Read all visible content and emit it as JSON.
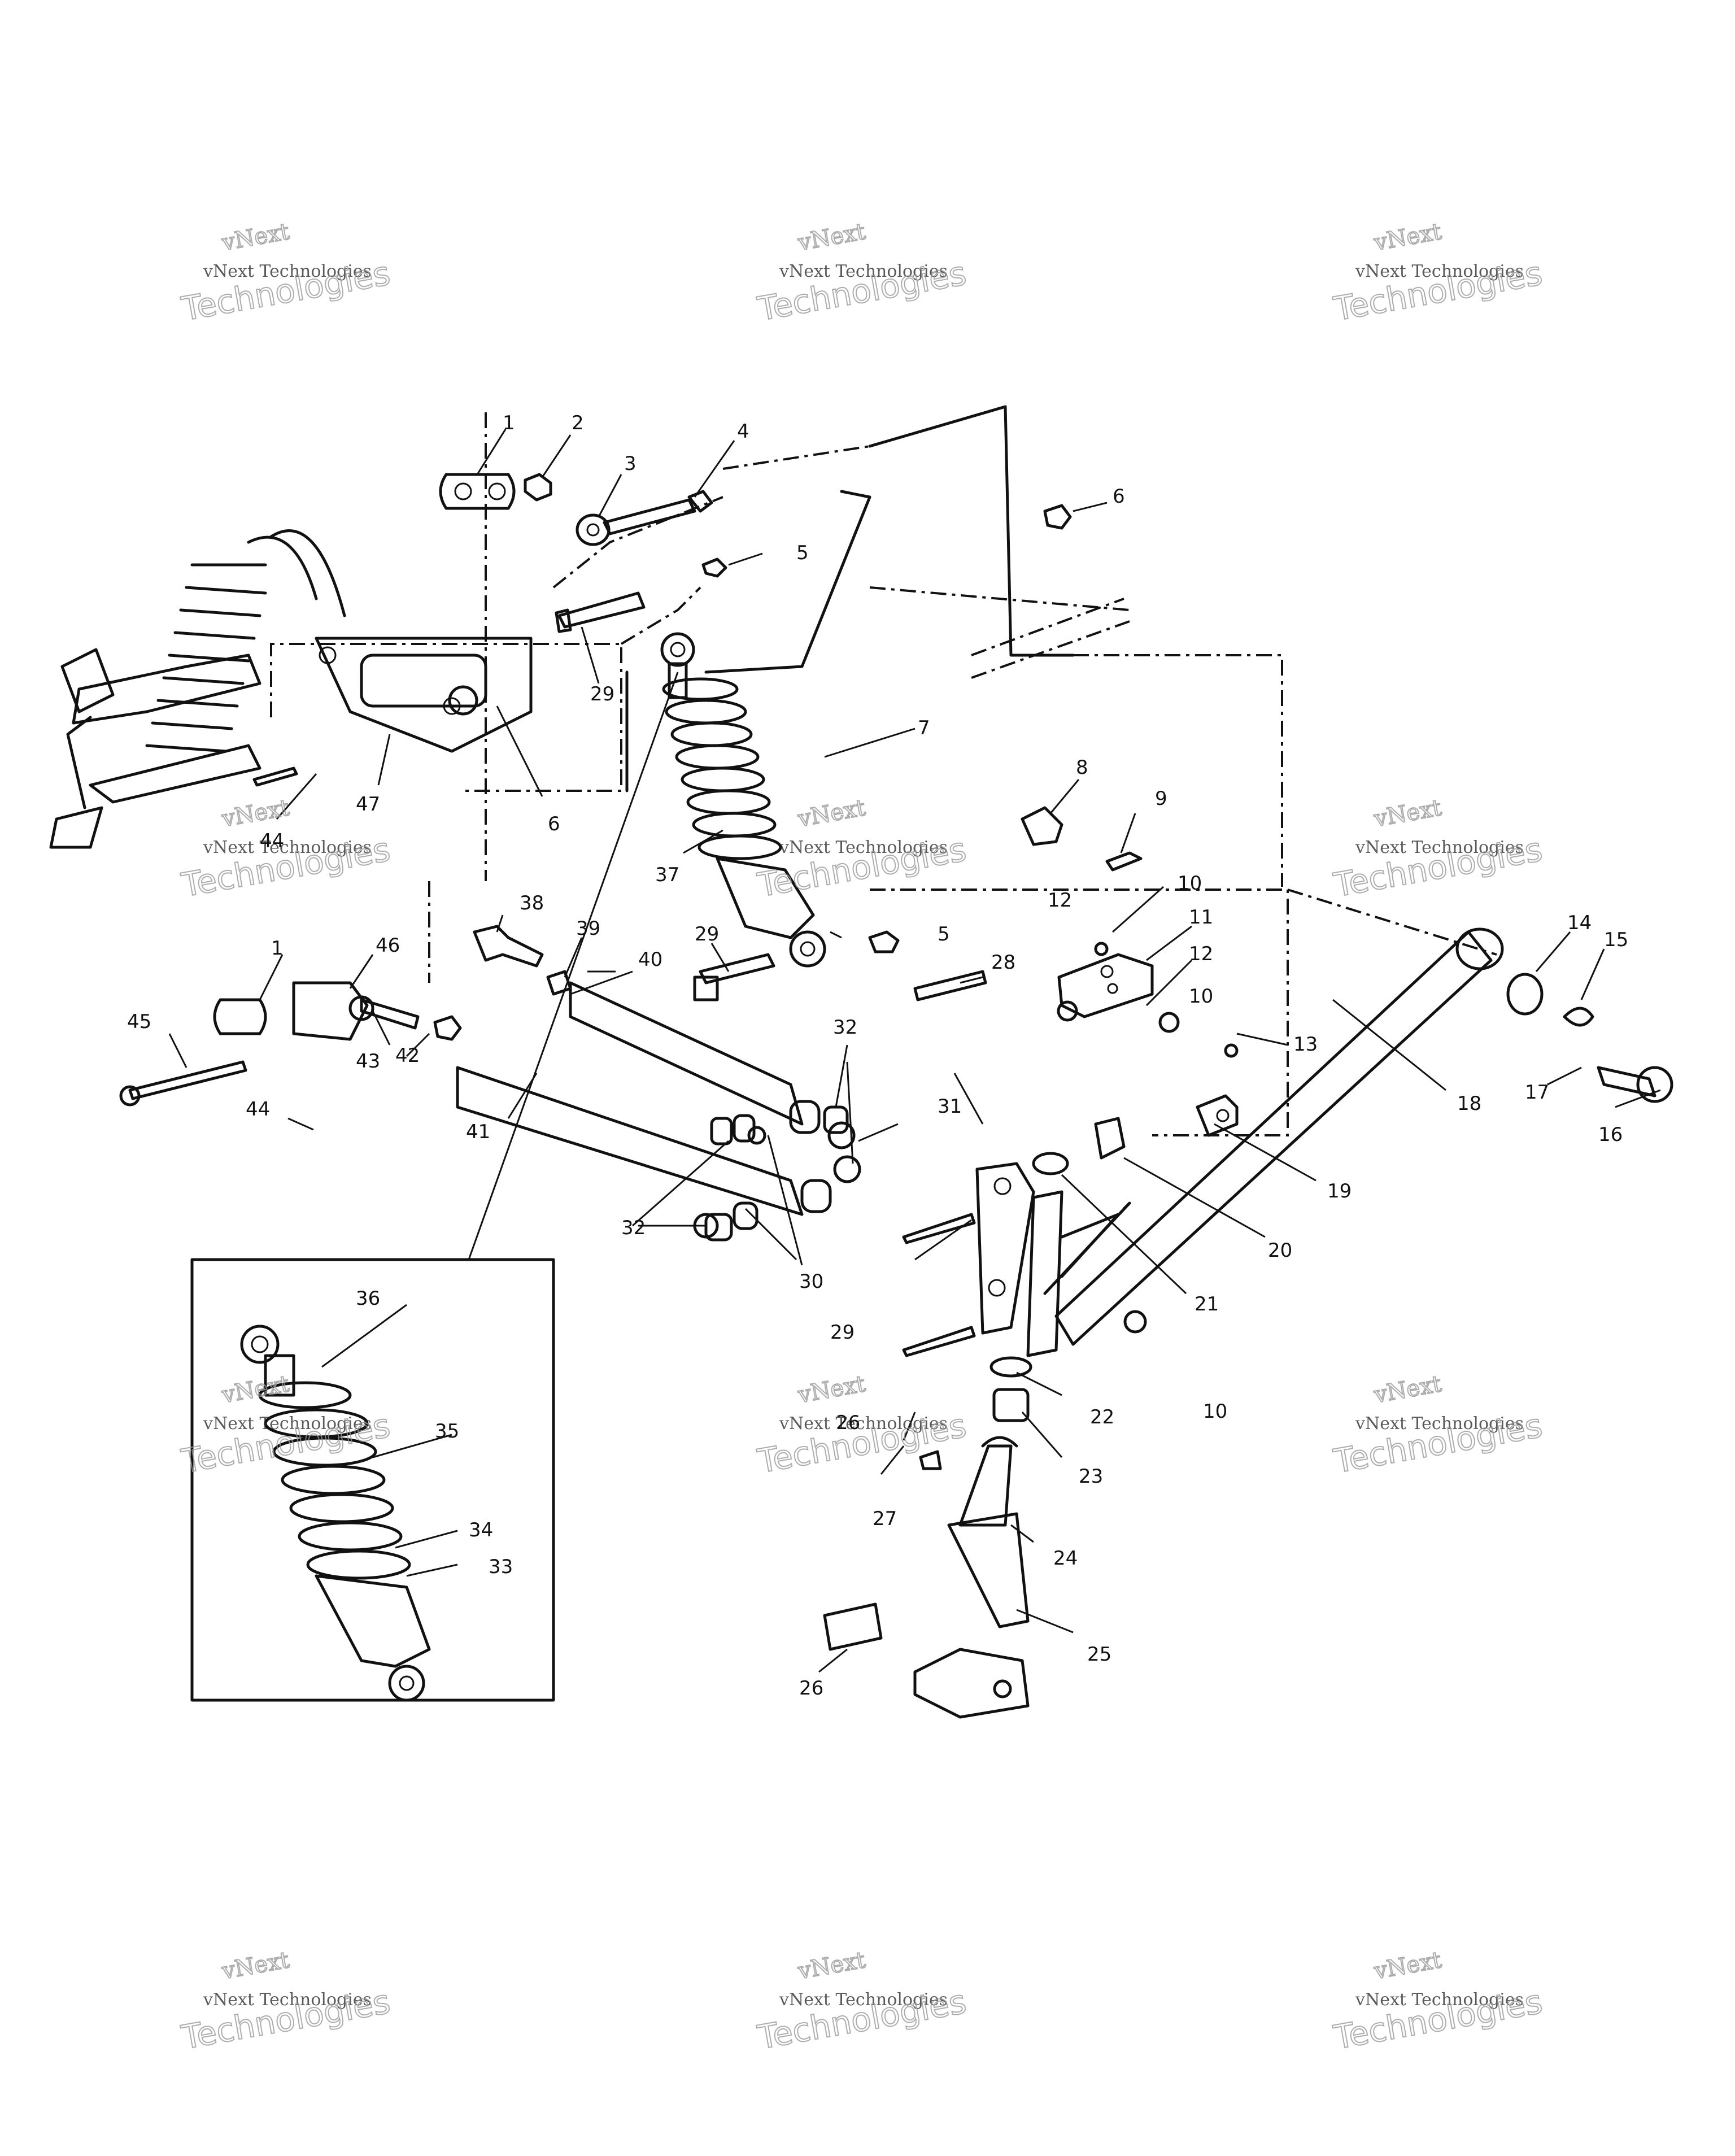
{
  "watermark": {
    "line1": "vNext",
    "line2": "vNext Technologies",
    "line3": "Technologies"
  },
  "callouts": [
    "1",
    "2",
    "3",
    "4",
    "5",
    "6",
    "7",
    "8",
    "9",
    "10",
    "11",
    "12",
    "13",
    "14",
    "15",
    "16",
    "17",
    "18",
    "19",
    "20",
    "21",
    "22",
    "23",
    "24",
    "25",
    "26",
    "27",
    "28",
    "29",
    "30",
    "31",
    "32",
    "33",
    "34",
    "35",
    "36",
    "37",
    "38",
    "39",
    "40",
    "41",
    "42",
    "43",
    "44",
    "45",
    "46",
    "47"
  ]
}
